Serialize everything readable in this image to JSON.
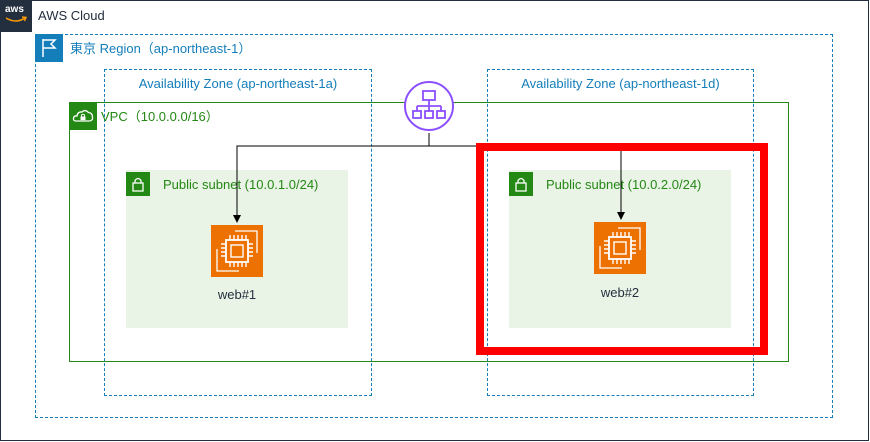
{
  "cloud": {
    "label": "AWS Cloud",
    "icon_text": "aws",
    "icon": "aws-cloud-icon"
  },
  "region": {
    "label": "東京 Region（ap-northeast-1）",
    "icon": "region-flag-icon"
  },
  "zones": [
    {
      "label": "Availability Zone (ap-northeast-1a)"
    },
    {
      "label": "Availability Zone (ap-northeast-1d)"
    }
  ],
  "vpc": {
    "label": "VPC（10.0.0.0/16）",
    "icon": "vpc-cloud-lock-icon"
  },
  "load_balancer": {
    "icon": "load-balancer-icon"
  },
  "subnets": [
    {
      "label": "Public subnet (10.0.1.0/24)",
      "instance": "web#1"
    },
    {
      "label": "Public subnet (10.0.2.0/24)",
      "instance": "web#2"
    }
  ],
  "colors": {
    "region": "#147eba",
    "vpc": "#248814",
    "subnet_fill": "#e9f3e6",
    "ec2": "#ed7100",
    "load_balancer": "#8c4fff",
    "highlight": "#ff0000",
    "cloud": "#232f3e"
  }
}
